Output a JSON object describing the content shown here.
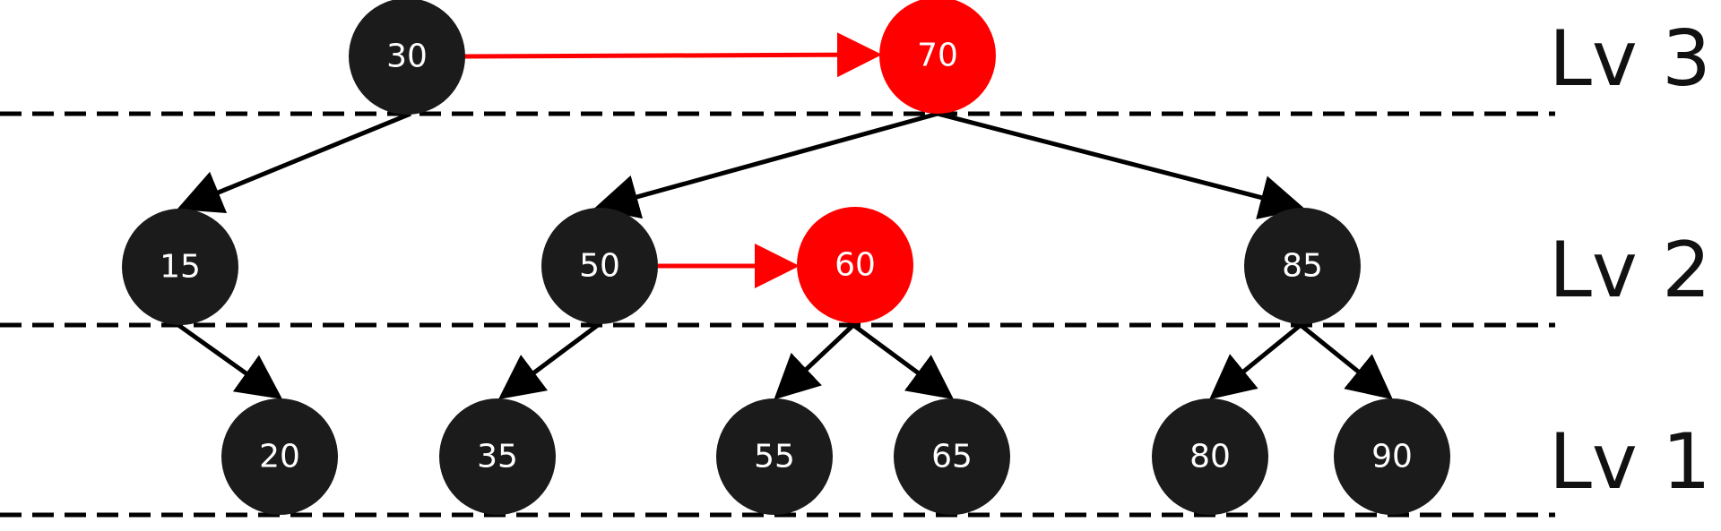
{
  "colors": {
    "black_node": "#1b1b1b",
    "red_node": "#ff0000",
    "edge_black": "#000000",
    "edge_red": "#ff0000",
    "node_text": "#ffffff"
  },
  "levels": {
    "lv3": "Lv 3",
    "lv2": "Lv 2",
    "lv1": "Lv 1"
  },
  "nodes": {
    "n30": {
      "label": "30",
      "color": "black"
    },
    "n70": {
      "label": "70",
      "color": "red"
    },
    "n15": {
      "label": "15",
      "color": "black"
    },
    "n50": {
      "label": "50",
      "color": "black"
    },
    "n60": {
      "label": "60",
      "color": "red"
    },
    "n85": {
      "label": "85",
      "color": "black"
    },
    "n20": {
      "label": "20",
      "color": "black"
    },
    "n35": {
      "label": "35",
      "color": "black"
    },
    "n55": {
      "label": "55",
      "color": "black"
    },
    "n65": {
      "label": "65",
      "color": "black"
    },
    "n80": {
      "label": "80",
      "color": "black"
    },
    "n90": {
      "label": "90",
      "color": "black"
    }
  },
  "edges": [
    {
      "from": "30",
      "to": "70",
      "kind": "horizontal",
      "color": "red"
    },
    {
      "from": "50",
      "to": "60",
      "kind": "horizontal",
      "color": "red"
    },
    {
      "from": "30",
      "to": "15",
      "kind": "down",
      "color": "black"
    },
    {
      "from": "70",
      "to": "50",
      "kind": "down",
      "color": "black"
    },
    {
      "from": "70",
      "to": "85",
      "kind": "down",
      "color": "black"
    },
    {
      "from": "15",
      "to": "20",
      "kind": "down",
      "color": "black"
    },
    {
      "from": "50",
      "to": "35",
      "kind": "down",
      "color": "black"
    },
    {
      "from": "60",
      "to": "55",
      "kind": "down",
      "color": "black"
    },
    {
      "from": "60",
      "to": "65",
      "kind": "down",
      "color": "black"
    },
    {
      "from": "85",
      "to": "80",
      "kind": "down",
      "color": "black"
    },
    {
      "from": "85",
      "to": "90",
      "kind": "down",
      "color": "black"
    }
  ]
}
